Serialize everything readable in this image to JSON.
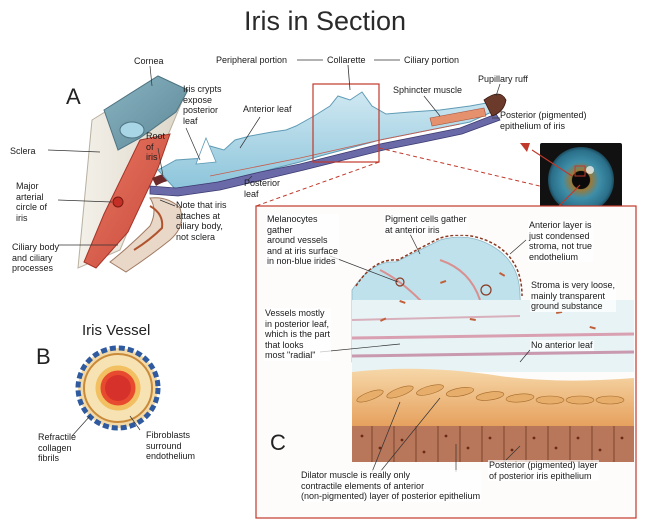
{
  "title": "Iris in Section",
  "panels": {
    "a": "A",
    "b": "B",
    "c": "C",
    "vessel_title": "Iris Vessel"
  },
  "top_bar": {
    "peripheral": "Peripheral portion",
    "collarette": "Collarette",
    "ciliary": "Ciliary portion"
  },
  "labels_a": {
    "cornea": "Cornea",
    "crypts": "Iris crypts\nexpose\nposterior\nleaf",
    "root": "Root\nof\niris",
    "sclera": "Sclera",
    "major_arterial": "Major\narterial\ncircle of\niris",
    "ciliary_body": "Ciliary body\nand ciliary\nprocesses",
    "anterior_leaf": "Anterior leaf",
    "posterior_leaf": "Posterior\nleaf",
    "attaches": "Note that iris\nattaches at\nciliary body,\nnot sclera",
    "sphincter": "Sphincter muscle",
    "ruff": "Pupillary ruff",
    "posterior_epith": "Posterior (pigmented)\nepithelium of iris"
  },
  "labels_b": {
    "refractile": "Refractile\ncollagen\nfibrils",
    "fibroblasts": "Fibroblasts\nsurround\nendothelium"
  },
  "labels_c": {
    "melanocytes": "Melanocytes\ngather\naround vessels\nand at iris surface\nin non-blue irides",
    "pigment_cells": "Pigment cells gather\nat anterior iris",
    "anterior_layer": "Anterior layer is\njust condensed\nstroma, not true\nendothelium",
    "stroma": "Stroma is very loose,\nmainly transparent\nground substance",
    "vessels": "Vessels mostly\nin posterior leaf,\nwhich is the part\nthat looks\nmost \"radial\"",
    "no_anterior": "No anterior leaf",
    "dilator": "Dilator muscle is really only\ncontractile elements of anterior\n(non-pigmented) layer of posterior epithelium",
    "posterior_layer": "Posterior (pigmented) layer\nof posterior iris epithelium"
  },
  "colors": {
    "stroma_blue": "#a8d4e4",
    "stroma_light": "#d6ecf4",
    "muscle_red": "#d9574a",
    "pigment_brown": "#8a3a22",
    "epithelium_purple": "#6b6aa8",
    "frame_red": "#c0392b",
    "cornea_slate": "#6f9aa8"
  }
}
